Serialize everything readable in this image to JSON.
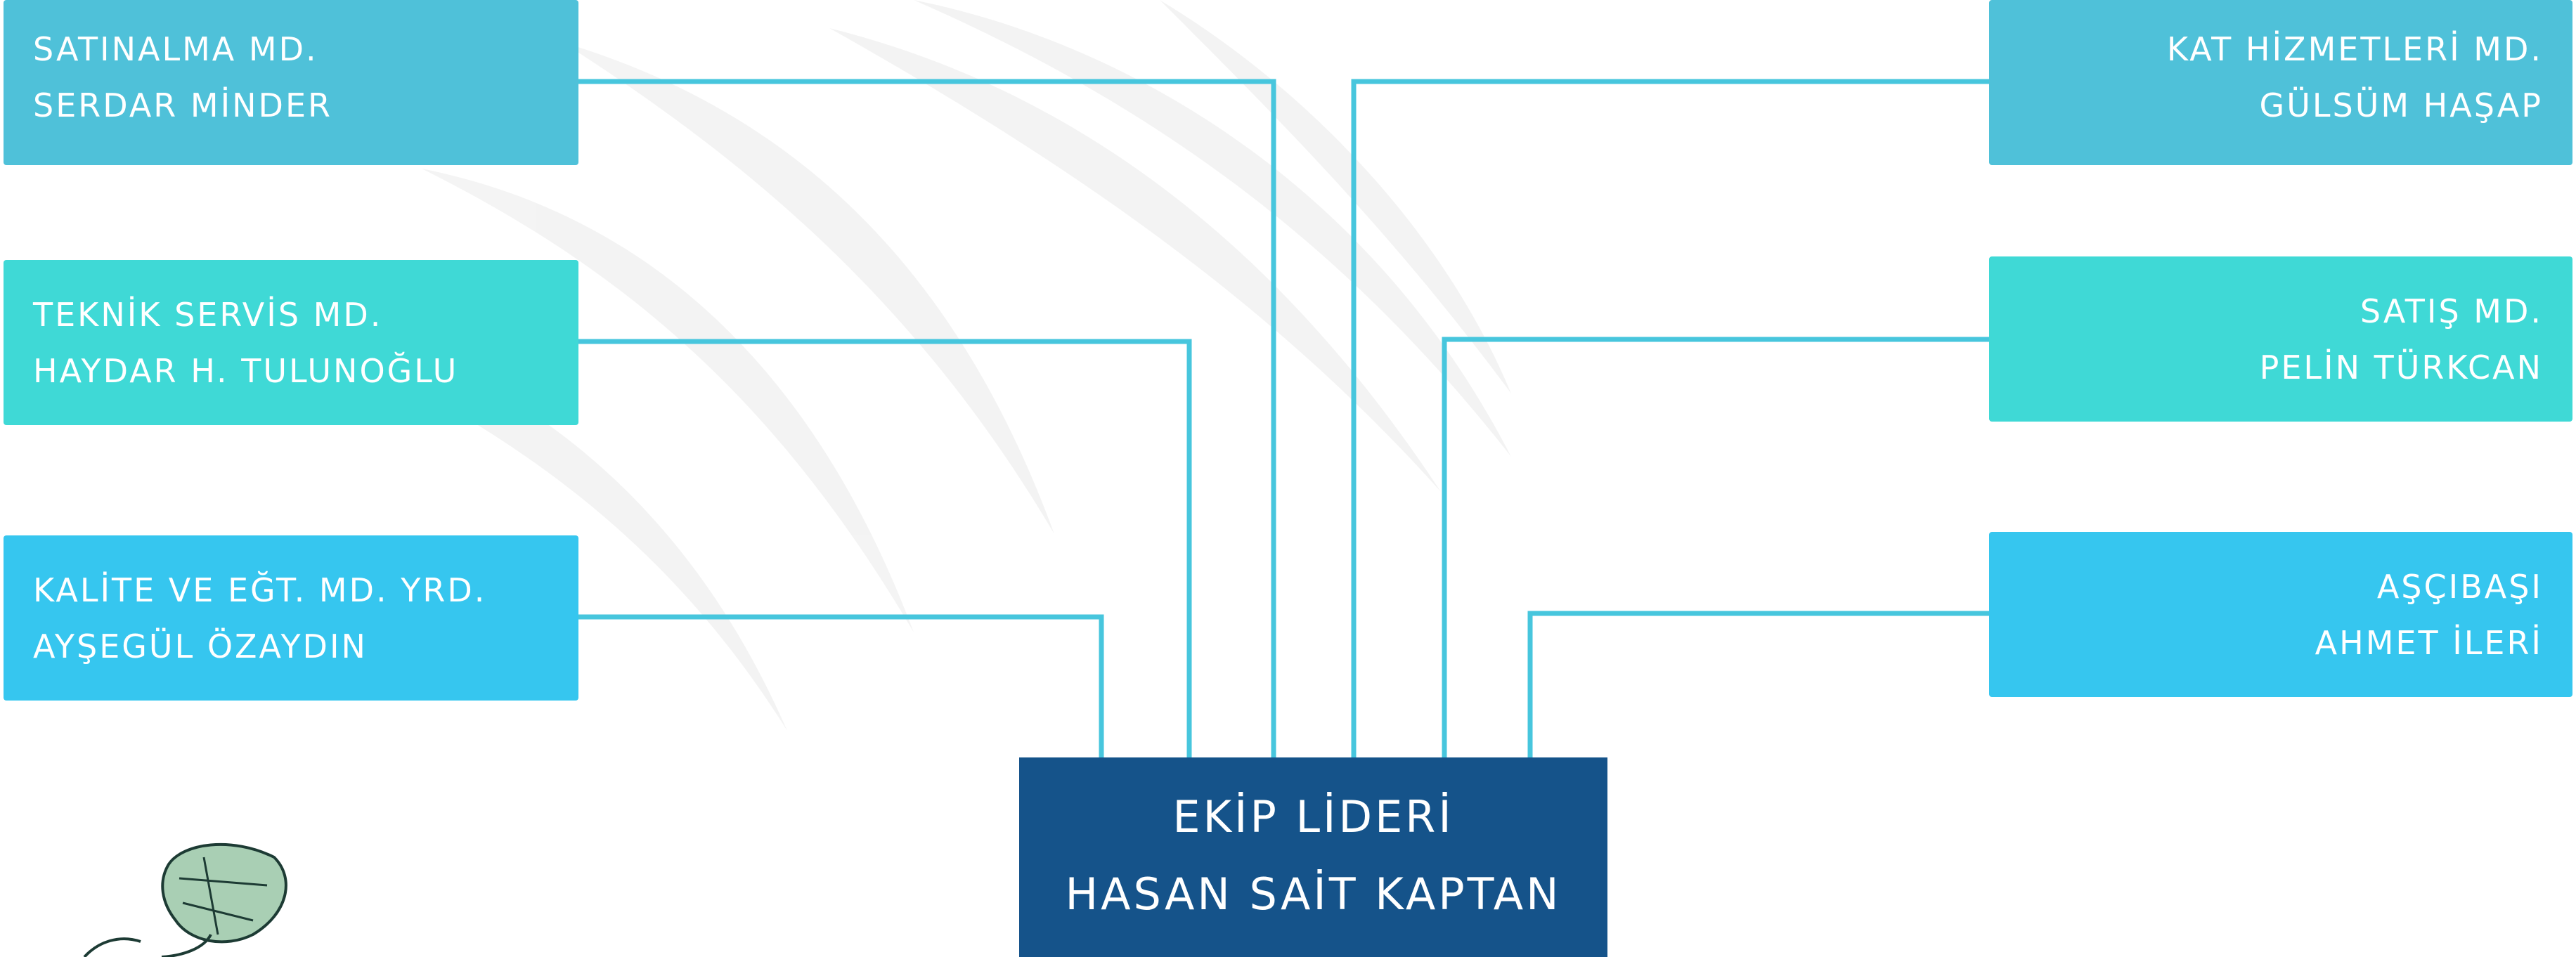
{
  "left_boxes": [
    {
      "title": "SATINALMA MD.",
      "name": "SERDAR MİNDER",
      "color": "#4fc1d9"
    },
    {
      "title": "TEKNİK SERVİS MD.",
      "name": "HAYDAR H. TULUNOĞLU",
      "color": "#3fd9d6"
    },
    {
      "title": "KALİTE VE EĞT. MD. YRD.",
      "name": "AYŞEGÜL ÖZAYDIN",
      "color": "#36c6ef"
    }
  ],
  "right_boxes": [
    {
      "title": "KAT HİZMETLERİ MD.",
      "name": "GÜLSÜM HAŞAP",
      "color": "#4fc1d9"
    },
    {
      "title": "SATIŞ MD.",
      "name": "PELİN TÜRKCAN",
      "color": "#3fd9d6"
    },
    {
      "title": "AŞÇIBAŞI",
      "name": "AHMET İLERİ",
      "color": "#36c6ef"
    }
  ],
  "leader": {
    "title": "EKİP LİDERİ",
    "name": "HASAN SAİT KAPTAN",
    "color": "#15538a"
  },
  "connector_color": "#47c6dd",
  "decoration": {
    "bottom_left": "monstera-leaf-icon",
    "background": "palm-leaf-shadow"
  }
}
